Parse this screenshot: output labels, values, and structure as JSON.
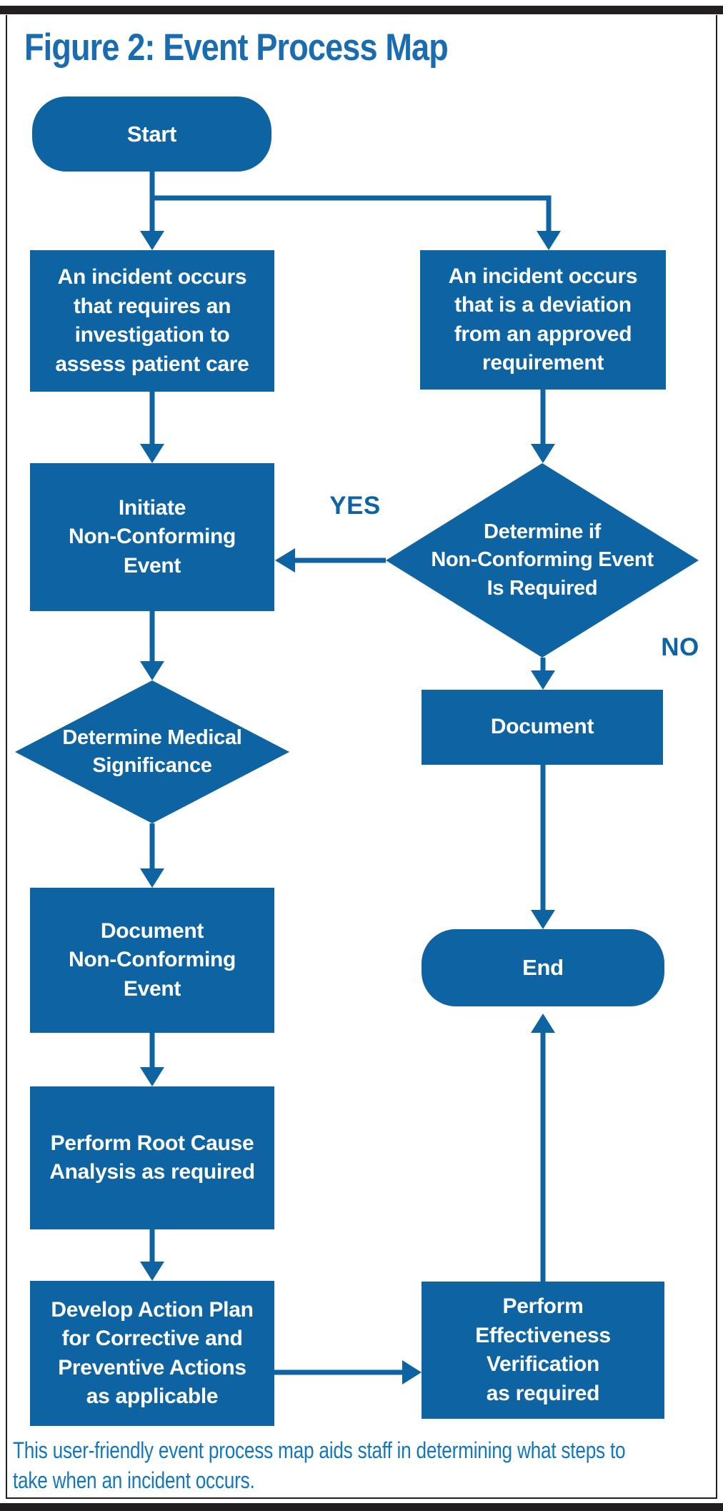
{
  "title": "Figure 2: Event Process Map",
  "colors": {
    "accent": "#0E63A2",
    "title": "#1A6CB0",
    "caption": "#1477BD",
    "ink": "#231F20"
  },
  "nodes": {
    "start": "Start",
    "incident_left": "An incident occurs\nthat requires an\ninvestigation to\nassess patient care",
    "incident_right": "An incident occurs\nthat is a deviation\nfrom an approved\nrequirement",
    "initiate": "Initiate\nNon-Conforming\nEvent",
    "decision_nce": "Determine if\nNon-Conforming Event\nIs Required",
    "document": "Document",
    "decision_medical": "Determine Medical\nSignificance",
    "document_nce": "Document\nNon-Conforming\nEvent",
    "root_cause": "Perform Root Cause\nAnalysis as required",
    "develop_plan": "Develop Action Plan\nfor Corrective and\nPreventive Actions\nas applicable",
    "effectiveness": "Perform\nEffectiveness\nVerification\nas required",
    "end": "End"
  },
  "edge_labels": {
    "yes": "YES",
    "no": "NO"
  },
  "caption": {
    "line1": "This user-friendly event process map aids staff in determining what steps to",
    "line2": "take when an incident occurs."
  }
}
